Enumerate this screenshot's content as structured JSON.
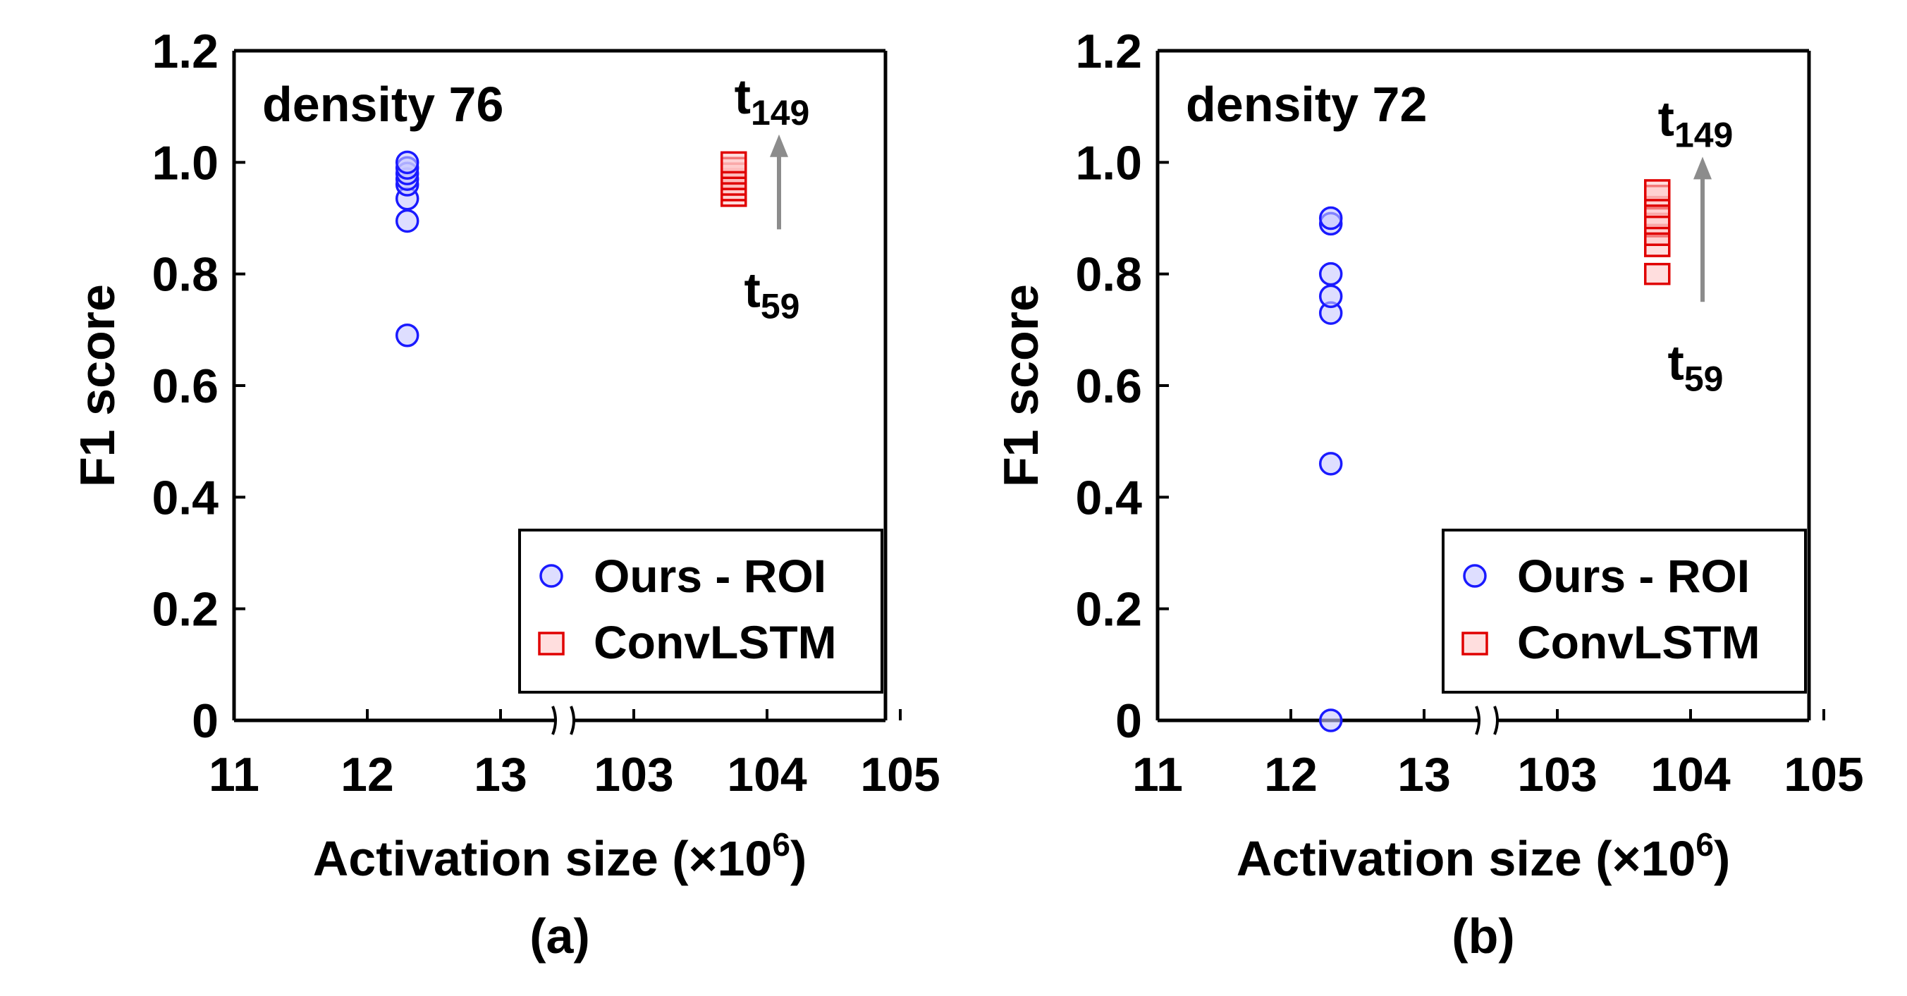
{
  "colors": {
    "ours_stroke": "#1a1aff",
    "ours_fill": "#c8c8ff",
    "convlstm_stroke": "#e00000",
    "convlstm_fill": "#ffc8c8",
    "arrow": "#8c8c8c",
    "axis": "#000000"
  },
  "chart_data": [
    {
      "type": "scatter",
      "panel_label": "(a)",
      "annotation": "density 76",
      "xlabel_main": "Activation size (×10",
      "xlabel_exp": "6",
      "xlabel_close": ")",
      "ylabel": "F1 score",
      "xticks": [
        "11",
        "12",
        "13",
        "103",
        "104",
        "105"
      ],
      "yticks": [
        "0",
        "0.2",
        "0.4",
        "0.6",
        "0.8",
        "1.0",
        "1.2"
      ],
      "ylim": [
        0,
        1.2
      ],
      "x_axis_break": "between 13 and 103",
      "arrow": {
        "from": "t",
        "from_sub": "59",
        "to": "t",
        "to_sub": "149",
        "y_from": 0.88,
        "y_to": 1.05
      },
      "legend": {
        "placement": "bottom-right",
        "entries": [
          "Ours - ROI",
          "ConvLSTM"
        ]
      },
      "series": [
        {
          "name": "Ours - ROI",
          "marker": "circle",
          "x": 12.3,
          "y": [
            0.69,
            0.895,
            0.935,
            0.96,
            0.97,
            0.98,
            0.99,
            1.0
          ]
        },
        {
          "name": "ConvLSTM",
          "marker": "square",
          "x": 103.75,
          "y": [
            0.94,
            0.95,
            0.96,
            0.97,
            0.98,
            0.99,
            1.0
          ]
        }
      ]
    },
    {
      "type": "scatter",
      "panel_label": "(b)",
      "annotation": "density 72",
      "xlabel_main": "Activation size (×10",
      "xlabel_exp": "6",
      "xlabel_close": ")",
      "ylabel": "F1 score",
      "xticks": [
        "11",
        "12",
        "13",
        "103",
        "104",
        "105"
      ],
      "yticks": [
        "0",
        "0.2",
        "0.4",
        "0.6",
        "0.8",
        "1.0",
        "1.2"
      ],
      "ylim": [
        0,
        1.2
      ],
      "x_axis_break": "between 13 and 103",
      "arrow": {
        "from": "t",
        "from_sub": "59",
        "to": "t",
        "to_sub": "149",
        "y_from": 0.75,
        "y_to": 1.01
      },
      "legend": {
        "placement": "bottom-right",
        "entries": [
          "Ours - ROI",
          "ConvLSTM"
        ]
      },
      "series": [
        {
          "name": "Ours - ROI",
          "marker": "circle",
          "x": 12.3,
          "y": [
            0.0,
            0.46,
            0.73,
            0.76,
            0.8,
            0.89,
            0.9
          ]
        },
        {
          "name": "ConvLSTM",
          "marker": "square",
          "x": 103.75,
          "y": [
            0.8,
            0.85,
            0.87,
            0.89,
            0.9,
            0.92,
            0.94,
            0.95
          ]
        }
      ]
    }
  ]
}
